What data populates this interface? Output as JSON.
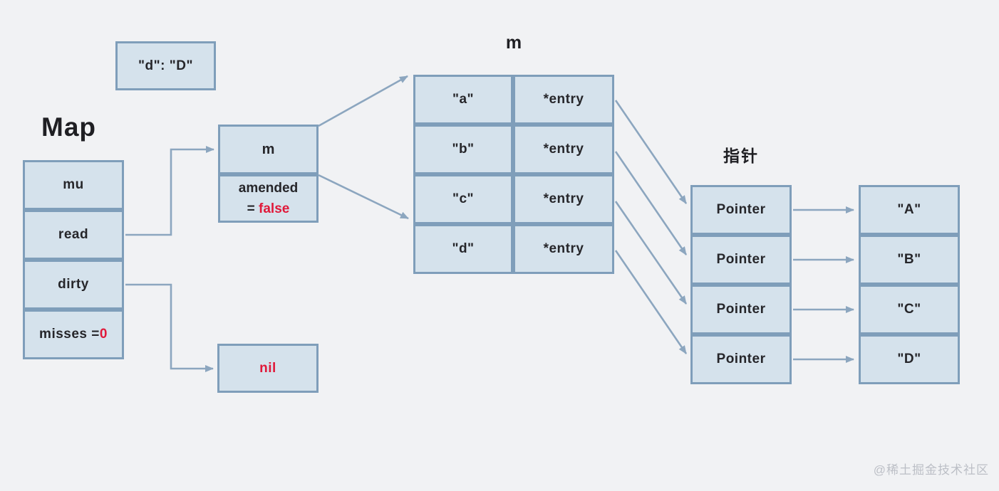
{
  "page": {
    "background": "#f1f2f4",
    "watermark": "@稀土掘金技术社区"
  },
  "colors": {
    "box_fill": "#d5e2ec",
    "box_border": "#7f9eba",
    "arrow": "#8ca6bf",
    "text": "#26262a",
    "highlight_red": "#e0193a",
    "watermark_gray": "#bcbfc6"
  },
  "kv_box": {
    "label": "\"d\": \"D\""
  },
  "map_struct": {
    "title": "Map",
    "fields": [
      {
        "label": "mu"
      },
      {
        "label": "read"
      },
      {
        "label": "dirty"
      },
      {
        "prefix": "misses = ",
        "value": "0"
      }
    ]
  },
  "read_box": {
    "title": "m",
    "amended": {
      "label": "amended",
      "prefix": "= ",
      "value": "false"
    }
  },
  "nil_box": {
    "label": "nil"
  },
  "m_table": {
    "title": "m",
    "rows": [
      {
        "key": "\"a\"",
        "value": "*entry"
      },
      {
        "key": "\"b\"",
        "value": "*entry"
      },
      {
        "key": "\"c\"",
        "value": "*entry"
      },
      {
        "key": "\"d\"",
        "value": "*entry"
      }
    ]
  },
  "pointers": {
    "title": "指针",
    "items": [
      {
        "label": "Pointer"
      },
      {
        "label": "Pointer"
      },
      {
        "label": "Pointer"
      },
      {
        "label": "Pointer"
      }
    ]
  },
  "values": {
    "items": [
      {
        "label": "\"A\""
      },
      {
        "label": "\"B\""
      },
      {
        "label": "\"C\""
      },
      {
        "label": "\"D\""
      }
    ]
  }
}
